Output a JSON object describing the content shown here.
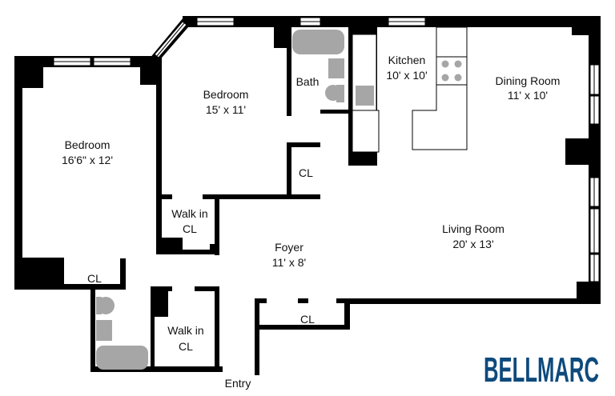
{
  "rooms": {
    "bedroom_left": {
      "name": "Bedroom",
      "size": "16'6\" x 12'"
    },
    "bedroom_mid": {
      "name": "Bedroom",
      "size": "15' x 11'"
    },
    "bath_top": {
      "name": "Bath"
    },
    "kitchen": {
      "name": "Kitchen",
      "size": "10' x 10'"
    },
    "dining": {
      "name": "Dining Room",
      "size": "11' x 10'"
    },
    "closet_mid": {
      "name": "CL"
    },
    "walkin_top": {
      "line1": "Walk in",
      "line2": "CL"
    },
    "foyer": {
      "name": "Foyer",
      "size": "11' x 8'"
    },
    "living": {
      "name": "Living Room",
      "size": "20' x 13'"
    },
    "closet_left": {
      "name": "CL"
    },
    "walkin_bottom": {
      "line1": "Walk in",
      "line2": "CL"
    },
    "closet_foyer": {
      "name": "CL"
    },
    "entry": {
      "name": "Entry"
    }
  },
  "logo": {
    "text": "BELLMARC"
  },
  "colors": {
    "wall": "#000000",
    "fixture": "#a6a6a6",
    "logo": "#0e4a7c"
  }
}
